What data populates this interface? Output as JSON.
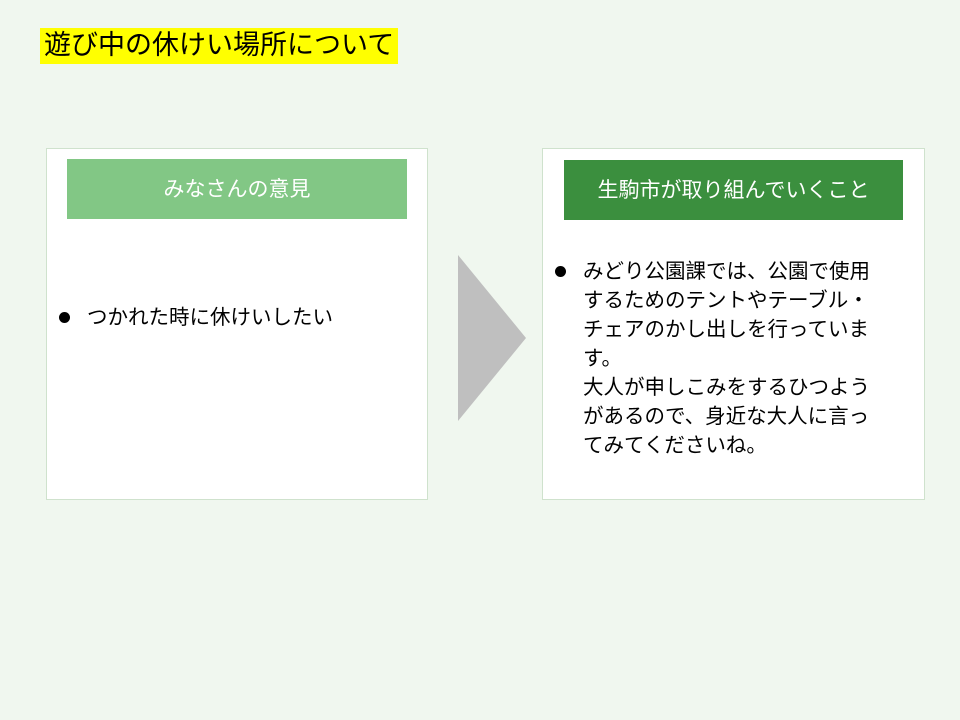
{
  "slide": {
    "title": "遊び中の休けい場所について"
  },
  "left_panel": {
    "header": "みなさんの意見",
    "items": [
      "つかれた時に休けいしたい"
    ]
  },
  "right_panel": {
    "header": "生駒市が取り組んでいくこと",
    "items": [
      "みどり公園課では、公園で使用\nするためのテントやテーブル・\nチェアのかし出しを行っていま\nす。\n大人が申しこみをするひつよう\nがあるので、身近な大人に言っ\nてみてくださいね。"
    ]
  },
  "colors": {
    "background": "#f0f7ef",
    "title_highlight": "#ffff00",
    "left_header": "#82c785",
    "right_header": "#3b8f3e",
    "arrow": "#bfbfbf"
  },
  "icons": {
    "bullet": "bullet-dot-icon",
    "arrow": "right-arrow-icon"
  }
}
